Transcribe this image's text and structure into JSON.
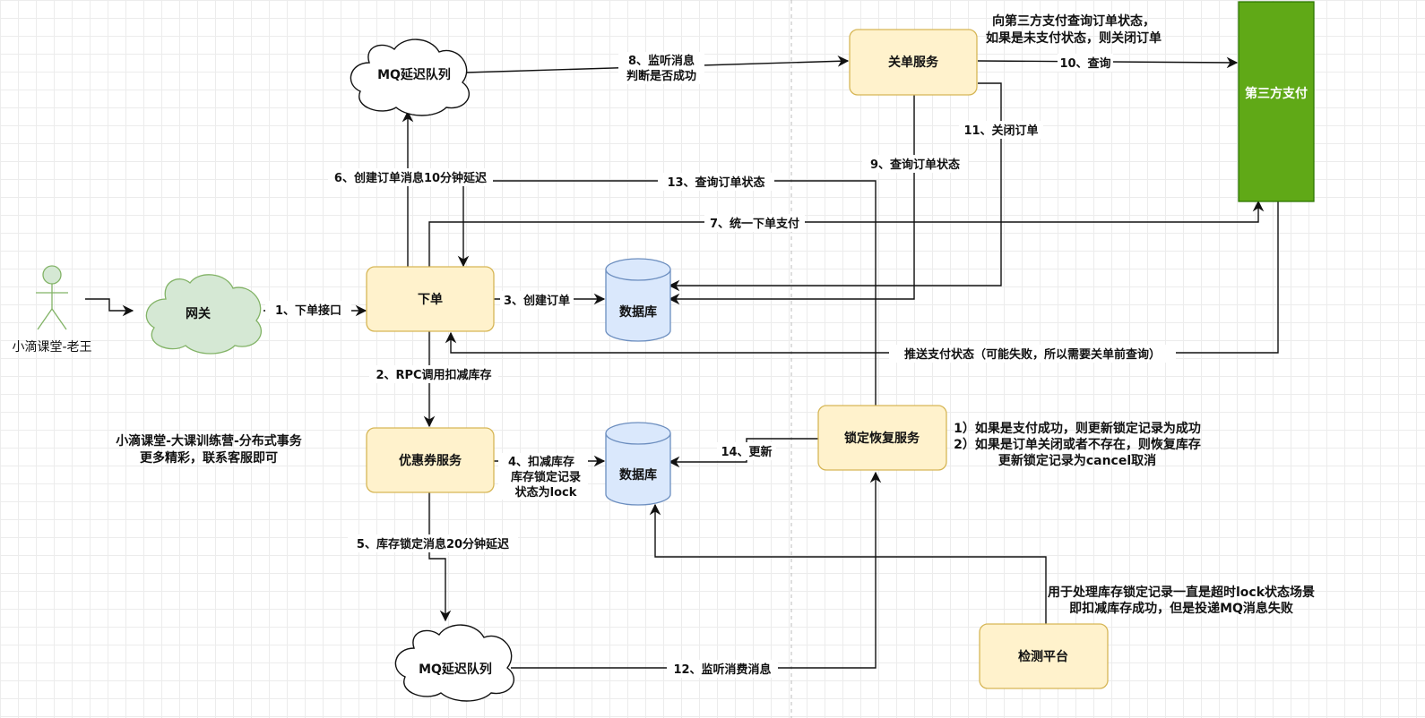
{
  "colors": {
    "process_fill": "#fff2cc",
    "process_stroke": "#d6b656",
    "db_fill": "#dae8fc",
    "db_stroke": "#6c8ebf",
    "cloud_green_fill": "#d5e8d4",
    "cloud_green_stroke": "#82b366",
    "third_party_fill": "#60a917",
    "third_party_stroke": "#2d7600",
    "actor_fill": "#d5e8d4",
    "actor_stroke": "#82b366"
  },
  "nodes": {
    "actor": "小滴课堂-老王",
    "gateway": "网关",
    "order": "下单",
    "db_top": "数据库",
    "db_bottom": "数据库",
    "mq_top": "MQ延迟队列",
    "mq_bottom": "MQ延迟队列",
    "close_service": "关单服务",
    "third_party": "第三方支付",
    "coupon_service": "优惠券服务",
    "lock_restore_service": "锁定恢复服务",
    "monitor_platform": "检测平台"
  },
  "edges": {
    "e1": "1、下单接口",
    "e2": "2、RPC调用扣减库存",
    "e3": "3、创建订单",
    "e4": [
      "4、扣减库存",
      "库存锁定记录",
      "状态为lock"
    ],
    "e5": "5、库存锁定消息20分钟延迟",
    "e6": "6、创建订单消息10分钟延迟",
    "e7": "7、统一下单支付",
    "e8": [
      "8、监听消息",
      "判断是否成功"
    ],
    "e9": "9、查询订单状态",
    "e10": "10、查询",
    "e11": "11、关闭订单",
    "e12": "12、监听消费消息",
    "e13": "13、查询订单状态",
    "e14": "14、更新",
    "push": "推送支付状态（可能失败，所以需要关单前查询）"
  },
  "notes": {
    "close_note": [
      "向第三方支付查询订单状态，",
      "如果是未支付状态，则关闭订单"
    ],
    "restore_note": [
      "1）如果是支付成功，则更新锁定记录为成功",
      "2）如果是订单关闭或者不存在，则恢复库存",
      "更新锁定记录为cancel取消"
    ],
    "monitor_note": [
      "用于处理库存锁定记录一直是超时lock状态场景",
      "即扣减库存成功，但是投递MQ消息失败"
    ],
    "promo": [
      "小滴课堂-大课训练营-分布式事务",
      "更多精彩，联系客服即可"
    ]
  }
}
